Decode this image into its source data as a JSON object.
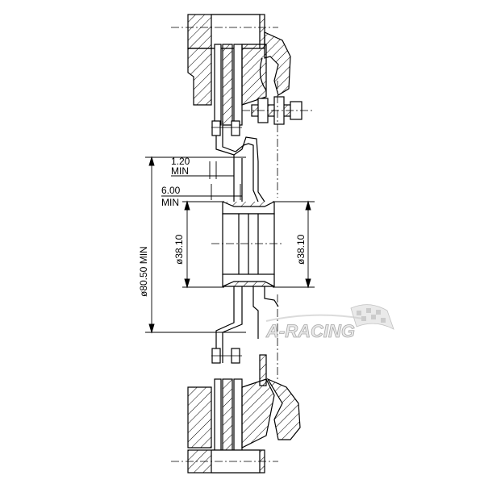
{
  "drawing": {
    "dimensions": {
      "thickness_min_value": "1.20",
      "thickness_min_label": "MIN",
      "width_min_value": "6.00",
      "width_min_label": "MIN",
      "outer_diameter": "ø80.50 MIN",
      "bore_left": "ø38.10",
      "bore_right": "ø38.10"
    },
    "logo": {
      "text": "A-RACING"
    }
  },
  "colors": {
    "line": "#000000",
    "background": "#ffffff",
    "logo_fill": "#e0e0e0",
    "logo_stroke": "#9a9a9a"
  }
}
